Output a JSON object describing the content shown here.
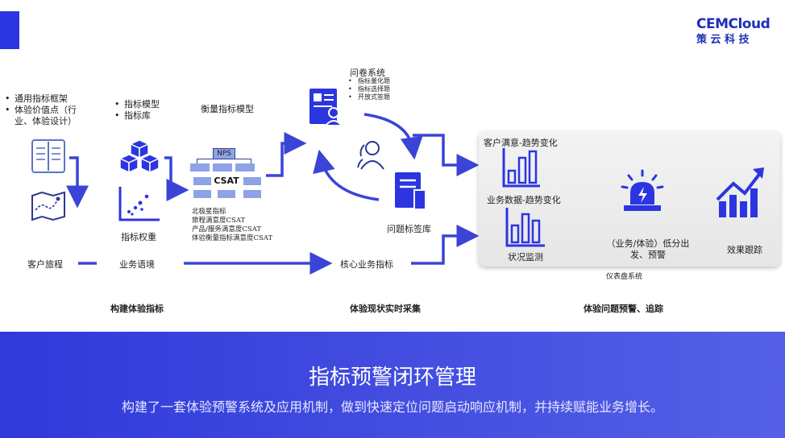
{
  "logo": {
    "brand": "CEMCloud",
    "sub": "策 云 科 技"
  },
  "left": {
    "bullets1": [
      "通用指标框架",
      "体验价值点（行业、体验设计）"
    ],
    "bullets2": [
      "指标模型",
      "指标库"
    ],
    "measure_model": "衡量指标模型",
    "nps": "NPS",
    "csat": "CSAT",
    "metrics_notes": [
      "北极星指标",
      "旅程满意度CSAT",
      "产品/服务满意度CSAT",
      "体验衡量指标满意度CSAT"
    ],
    "weight": "指标权重",
    "journey": "客户旅程",
    "context": "业务语境",
    "section": "构建体验指标"
  },
  "middle": {
    "survey": "问卷系统",
    "survey_items": [
      "指标量化题",
      "指标选择题",
      "开放式答题"
    ],
    "tag_lib": "问题标签库",
    "core": "核心业务指标",
    "section": "体验现状实时采集"
  },
  "right": {
    "csat_trend": "客户满意-趋势变化",
    "biz_trend": "业务数据-趋势变化",
    "monitor": "状况监测",
    "alert": "（业务/体验）低分出发、预警",
    "track": "效果跟踪",
    "dashboard": "仪表盘系统",
    "section": "体验问题预警、追踪"
  },
  "banner": {
    "title": "指标预警闭环管理",
    "subtitle": "构建了一套体验预警系统及应用机制，做到快速定位问题启动响应机制，并持续赋能业务增长。"
  },
  "colors": {
    "accent": "#2b35e0",
    "banner_start": "#3039d9",
    "banner_end": "#5460e6",
    "arrow": "#3a44d6"
  },
  "icons": [
    "document-icon",
    "map-icon",
    "cubes-icon",
    "scatter-icon",
    "badge-icon",
    "people-icon",
    "tag-doc-icon",
    "bar-chart-icon",
    "alarm-icon",
    "growth-chart-icon"
  ]
}
